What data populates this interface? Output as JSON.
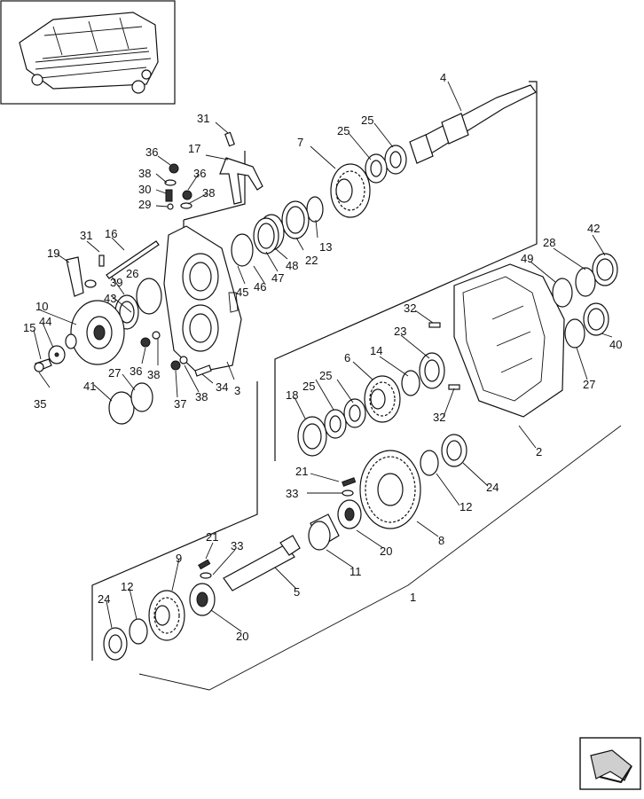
{
  "colors": {
    "ink": "#111111",
    "background": "#ffffff"
  },
  "thumbnail": {
    "icon": "header-machine-thumbnail"
  },
  "corner_icon": {
    "icon": "next-page-arrow-icon"
  },
  "callouts": [
    {
      "id": "c1",
      "text": "31"
    },
    {
      "id": "c2",
      "text": "17"
    },
    {
      "id": "c3",
      "text": "36"
    },
    {
      "id": "c4",
      "text": "38"
    },
    {
      "id": "c5",
      "text": "36"
    },
    {
      "id": "c6",
      "text": "30"
    },
    {
      "id": "c7",
      "text": "38"
    },
    {
      "id": "c8",
      "text": "29"
    },
    {
      "id": "c9",
      "text": "7"
    },
    {
      "id": "c10",
      "text": "25"
    },
    {
      "id": "c11",
      "text": "25"
    },
    {
      "id": "c12",
      "text": "4"
    },
    {
      "id": "c13",
      "text": "13"
    },
    {
      "id": "c14",
      "text": "22"
    },
    {
      "id": "c15",
      "text": "48"
    },
    {
      "id": "c16",
      "text": "47"
    },
    {
      "id": "c17",
      "text": "46"
    },
    {
      "id": "c18",
      "text": "45"
    },
    {
      "id": "c19",
      "text": "31"
    },
    {
      "id": "c20",
      "text": "16"
    },
    {
      "id": "c21",
      "text": "19"
    },
    {
      "id": "c22",
      "text": "26"
    },
    {
      "id": "c23",
      "text": "39"
    },
    {
      "id": "c24",
      "text": "43"
    },
    {
      "id": "c25",
      "text": "10"
    },
    {
      "id": "c26",
      "text": "44"
    },
    {
      "id": "c27",
      "text": "15"
    },
    {
      "id": "c28",
      "text": "35"
    },
    {
      "id": "c29",
      "text": "41"
    },
    {
      "id": "c30",
      "text": "27"
    },
    {
      "id": "c31",
      "text": "36"
    },
    {
      "id": "c32",
      "text": "38"
    },
    {
      "id": "c33",
      "text": "37"
    },
    {
      "id": "c34",
      "text": "38"
    },
    {
      "id": "c35",
      "text": "34"
    },
    {
      "id": "c36",
      "text": "3"
    },
    {
      "id": "c37",
      "text": "42"
    },
    {
      "id": "c38",
      "text": "28"
    },
    {
      "id": "c39",
      "text": "49"
    },
    {
      "id": "c40",
      "text": "32"
    },
    {
      "id": "c41",
      "text": "23"
    },
    {
      "id": "c42",
      "text": "14"
    },
    {
      "id": "c43",
      "text": "6"
    },
    {
      "id": "c44",
      "text": "25"
    },
    {
      "id": "c45",
      "text": "25"
    },
    {
      "id": "c46",
      "text": "18"
    },
    {
      "id": "c47",
      "text": "32"
    },
    {
      "id": "c48",
      "text": "2"
    },
    {
      "id": "c49",
      "text": "40"
    },
    {
      "id": "c50",
      "text": "27"
    },
    {
      "id": "c51",
      "text": "24"
    },
    {
      "id": "c52",
      "text": "12"
    },
    {
      "id": "c53",
      "text": "8"
    },
    {
      "id": "c54",
      "text": "21"
    },
    {
      "id": "c55",
      "text": "33"
    },
    {
      "id": "c56",
      "text": "20"
    },
    {
      "id": "c57",
      "text": "11"
    },
    {
      "id": "c58",
      "text": "5"
    },
    {
      "id": "c59",
      "text": "21"
    },
    {
      "id": "c60",
      "text": "33"
    },
    {
      "id": "c61",
      "text": "9"
    },
    {
      "id": "c62",
      "text": "20"
    },
    {
      "id": "c63",
      "text": "12"
    },
    {
      "id": "c64",
      "text": "24"
    },
    {
      "id": "c65",
      "text": "1"
    }
  ]
}
